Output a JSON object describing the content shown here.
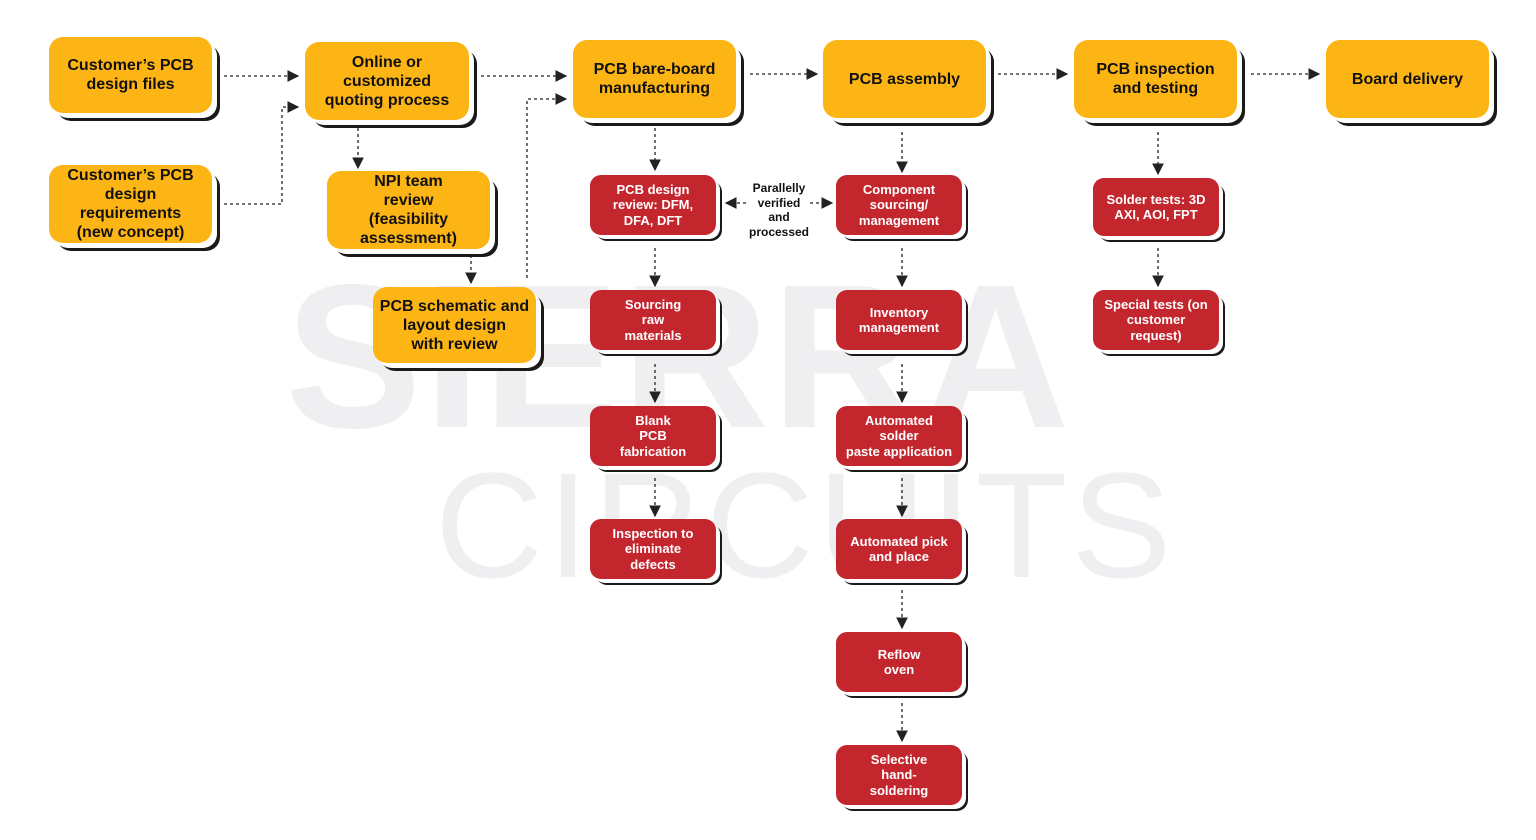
{
  "watermark": {
    "line1": "SIERRA",
    "line2": "CIRCUITS"
  },
  "main_flow": {
    "design_files": "Customer’s PCB\ndesign files",
    "design_requirements": "Customer’s PCB\ndesign\nrequirements\n(new concept)",
    "quoting": "Online or\ncustomized\nquoting process",
    "bare_board": "PCB bare-board\nmanufacturing",
    "assembly": "PCB assembly",
    "inspection_testing": "PCB inspection\nand testing",
    "delivery": "Board delivery"
  },
  "npi": {
    "team_review": "NPI team\nreview\n(feasibility\nassessment)",
    "schematic_layout": "PCB schematic and\nlayout design\nwith review"
  },
  "bare_board_steps": {
    "design_review": "PCB design\nreview: DFM,\nDFA, DFT",
    "sourcing": "Sourcing\nraw\nmaterials",
    "fabrication": "Blank\nPCB\nfabrication",
    "inspection": "Inspection to\neliminate\ndefects"
  },
  "parallel_note": "Parallelly\nverified\nand\nprocessed",
  "assembly_steps": {
    "component_sourcing": "Component\nsourcing/\nmanagement",
    "inventory": "Inventory\nmanagement",
    "solder_paste": "Automated\nsolder\npaste application",
    "pick_place": "Automated pick\nand place",
    "reflow": "Reflow\noven",
    "hand_soldering": "Selective\nhand-\nsoldering"
  },
  "testing_steps": {
    "solder_tests": "Solder tests: 3D\nAXI, AOI, FPT",
    "special_tests": "Special tests (on\ncustomer\nrequest)"
  },
  "colors": {
    "primary_box": "#fdb515",
    "sub_step_box": "#c4262e",
    "shadow": "#1a1a1a",
    "arrow": "#222222"
  }
}
